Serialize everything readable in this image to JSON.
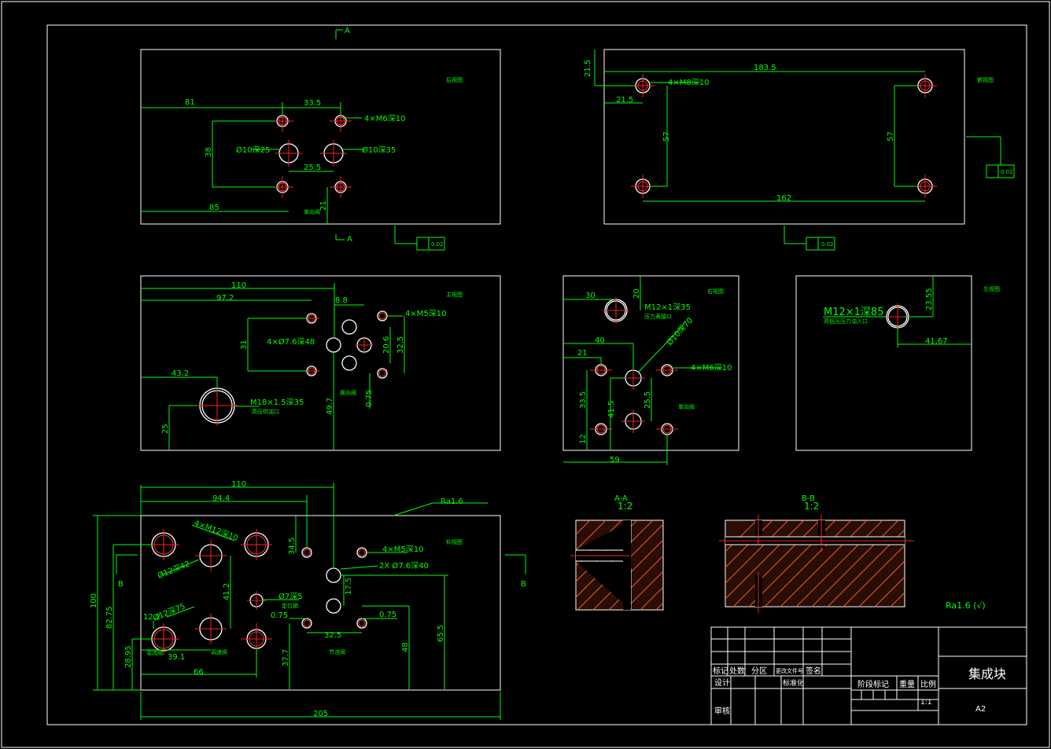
{
  "colors": {
    "background": "#000000",
    "outline": "#ffffff",
    "dimension": "#00ff00",
    "centerline": "#ff2020",
    "hatch": "#e0622a"
  },
  "rear_view": {
    "label": "后视图",
    "dims": [
      "81",
      "33.5",
      "38",
      "25.5",
      "85",
      "21"
    ],
    "callouts": [
      "4×M6深10",
      "Ø10深25",
      "Ø10深35"
    ],
    "valve": "单向阀",
    "section_mark": "A"
  },
  "top_view": {
    "label": "俯视图",
    "dims": [
      "183.5",
      "21.5",
      "21.5",
      "57",
      "57",
      "162"
    ],
    "callouts": [
      "4×M8深10"
    ],
    "flatness": "0.02"
  },
  "rear_flatness": "0.02",
  "front_view": {
    "label": "主视图",
    "dims": [
      "110",
      "97.2",
      "8.8",
      "31",
      "20.6",
      "32.5",
      "43.2",
      "0.75",
      "49.7",
      "25"
    ],
    "callouts": [
      "4×M5深10",
      "4×Ø7.6深48",
      "M18×1.5深35",
      "高压供油口"
    ],
    "valve": "换向阀"
  },
  "right_view": {
    "label": "右视图",
    "dims": [
      "30",
      "20",
      "40",
      "21",
      "33.5",
      "41.5",
      "12",
      "25.5",
      "59"
    ],
    "callouts": [
      "M12×1深35",
      "压力表接口",
      "Ø10深70",
      "4×M6深10"
    ],
    "valve": "单向阀"
  },
  "left_view": {
    "label": "左视图",
    "dims": [
      "23.55",
      "41.67"
    ],
    "callouts": [
      "M12×1深85",
      "高低压压力油入口"
    ]
  },
  "bottom_view": {
    "label": "仰视图",
    "dims": [
      "110",
      "94.4",
      "34.5",
      "41.2",
      "12.2",
      "39.1",
      "66",
      "28.95",
      "82.75",
      "100",
      "17.5",
      "0.75",
      "0.75",
      "32.5",
      "37.7",
      "48",
      "65.5",
      "205"
    ],
    "callouts": [
      "4×M12深10",
      "Ø12深42",
      "Ø12深75",
      "4×M5深10",
      "2X Ø7.6深40",
      "Ø7深5",
      "溢流阀",
      "调速阀",
      "节流阀",
      "定位销"
    ],
    "roughness": "Ra1.6",
    "section_mark": "B"
  },
  "sections": {
    "aa": "A-A",
    "aa_scale": "1:2",
    "bb": "B-B",
    "bb_scale": "1:2"
  },
  "general_roughness": "Ra1.6  (√)",
  "title_block": {
    "mark": "标记",
    "count": "处数",
    "zone": "分区",
    "docno": "更改文件号",
    "sign": "签名",
    "design": "设计",
    "standard": "标准化",
    "stage": "阶段标记",
    "weight": "重量",
    "ratio": "比例",
    "ratio_val": "1:1",
    "review": "审核",
    "title": "集成块",
    "size": "A2"
  }
}
